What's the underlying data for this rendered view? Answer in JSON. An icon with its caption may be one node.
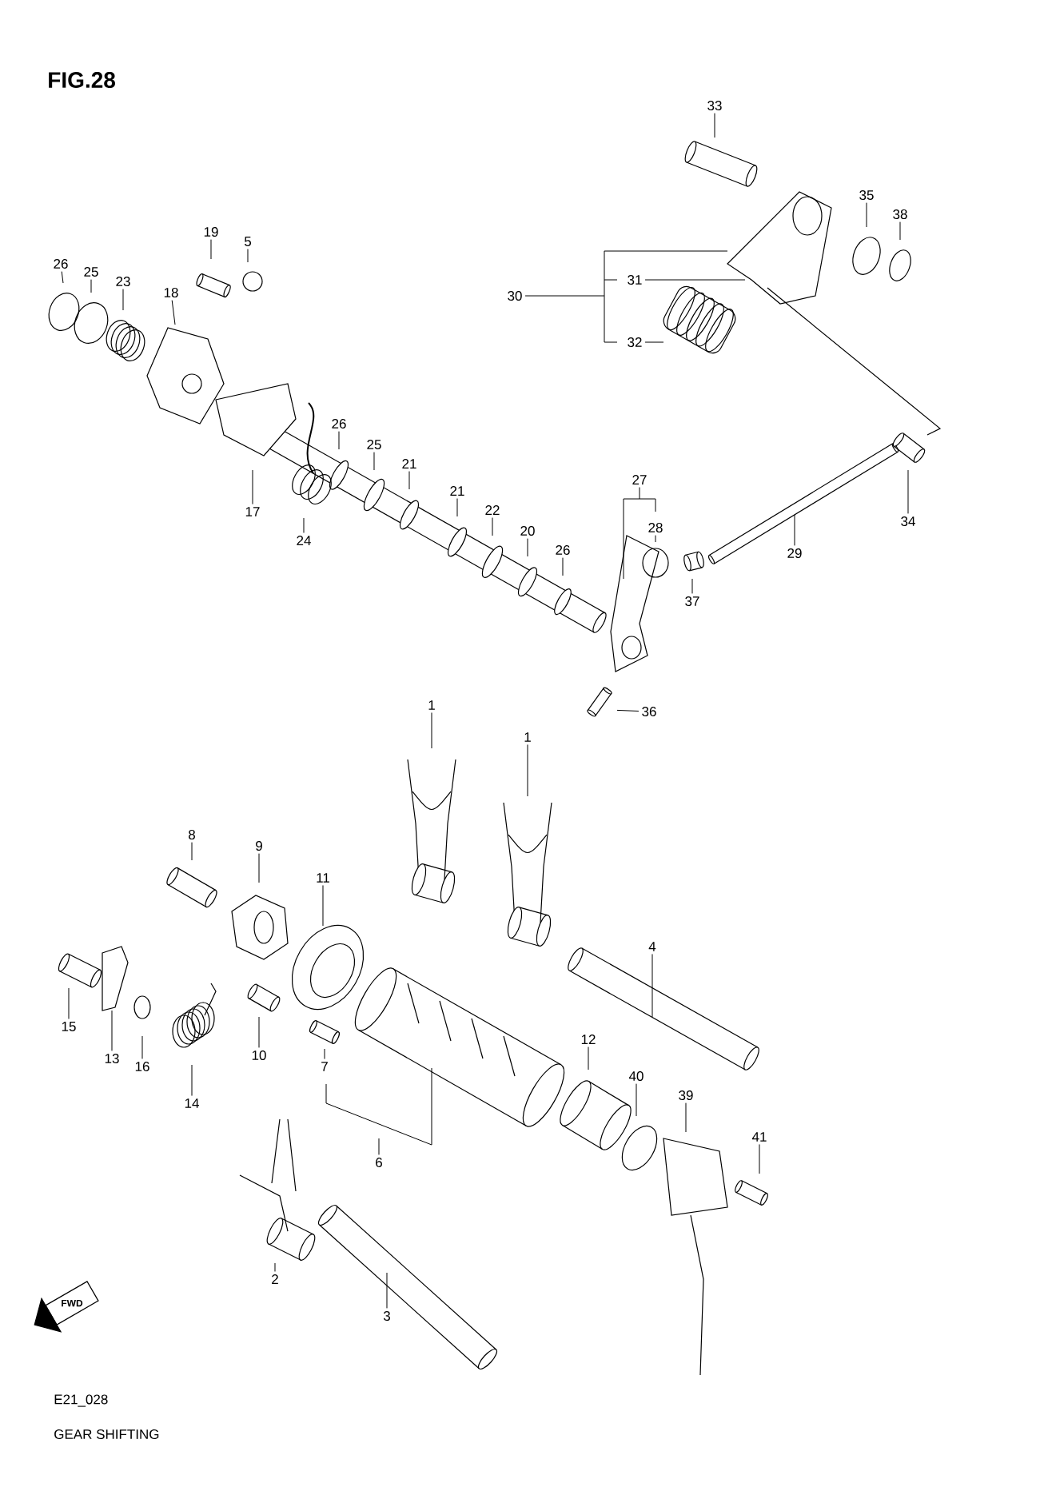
{
  "diagram": {
    "title": "FIG.28",
    "caption": "GEAR SHIFTING",
    "nodes": [
      {
        "text": [
          "33"
        ]
      },
      {
        "text": [
          "35"
        ]
      },
      {
        "text": [
          "38"
        ]
      },
      {
        "text": [
          "30"
        ]
      },
      {
        "text": [
          "31"
        ]
      },
      {
        "text": [
          "32"
        ]
      },
      {
        "text": [
          "26"
        ]
      },
      {
        "text": [
          "25"
        ]
      },
      {
        "text": [
          "23"
        ]
      },
      {
        "text": [
          "18"
        ]
      },
      {
        "text": [
          "19"
        ]
      },
      {
        "text": [
          "5"
        ]
      },
      {
        "text": [
          "26"
        ]
      },
      {
        "text": [
          "25"
        ]
      },
      {
        "text": [
          "21"
        ]
      },
      {
        "text": [
          "21"
        ]
      },
      {
        "text": [
          "22"
        ]
      },
      {
        "text": [
          "20"
        ]
      },
      {
        "text": [
          "26"
        ]
      },
      {
        "text": [
          "17"
        ]
      },
      {
        "text": [
          "24"
        ]
      },
      {
        "text": [
          "27"
        ]
      },
      {
        "text": [
          "28"
        ]
      },
      {
        "text": [
          "29"
        ]
      },
      {
        "text": [
          "34"
        ]
      },
      {
        "text": [
          "37"
        ]
      },
      {
        "text": [
          "36"
        ]
      },
      {
        "text": [
          "1"
        ]
      },
      {
        "text": [
          "1"
        ]
      },
      {
        "text": [
          "8"
        ]
      },
      {
        "text": [
          "9"
        ]
      },
      {
        "text": [
          "11"
        ]
      },
      {
        "text": [
          "15"
        ]
      },
      {
        "text": [
          "13"
        ]
      },
      {
        "text": [
          "16"
        ]
      },
      {
        "text": [
          "14"
        ]
      },
      {
        "text": [
          "10"
        ]
      },
      {
        "text": [
          "7"
        ]
      },
      {
        "text": [
          "6"
        ]
      },
      {
        "text": [
          "4"
        ]
      },
      {
        "text": [
          "12"
        ]
      },
      {
        "text": [
          "40"
        ]
      },
      {
        "text": [
          "39"
        ]
      },
      {
        "text": [
          "41"
        ]
      },
      {
        "text": [
          "2"
        ]
      },
      {
        "text": [
          "3"
        ]
      }
    ],
    "edges": [
      {
        "from": 0,
        "to": null,
        "arrow": "none"
      },
      {
        "from": 1,
        "to": null,
        "arrow": "none"
      },
      {
        "from": 2,
        "to": null,
        "arrow": "none"
      },
      {
        "from": 3,
        "to": null,
        "arrow": "none"
      },
      {
        "from": 4,
        "to": null,
        "arrow": "none"
      },
      {
        "from": 5,
        "to": null,
        "arrow": "none"
      },
      {
        "from": 6,
        "to": null,
        "arrow": "none"
      },
      {
        "from": 7,
        "to": null,
        "arrow": "none"
      },
      {
        "from": 8,
        "to": null,
        "arrow": "none"
      },
      {
        "from": 9,
        "to": null,
        "arrow": "none"
      },
      {
        "from": 10,
        "to": null,
        "arrow": "none"
      },
      {
        "from": 11,
        "to": null,
        "arrow": "none"
      },
      {
        "from": 12,
        "to": null,
        "arrow": "none"
      },
      {
        "from": 13,
        "to": null,
        "arrow": "none"
      },
      {
        "from": 14,
        "to": null,
        "arrow": "none"
      },
      {
        "from": 15,
        "to": null,
        "arrow": "none"
      },
      {
        "from": 16,
        "to": null,
        "arrow": "none"
      },
      {
        "from": 17,
        "to": null,
        "arrow": "none"
      },
      {
        "from": 18,
        "to": null,
        "arrow": "none"
      },
      {
        "from": 19,
        "to": null,
        "arrow": "none"
      },
      {
        "from": 20,
        "to": null,
        "arrow": "none"
      },
      {
        "from": 21,
        "to": null,
        "arrow": "none"
      },
      {
        "from": 22,
        "to": null,
        "arrow": "none"
      },
      {
        "from": 23,
        "to": null,
        "arrow": "none"
      },
      {
        "from": 24,
        "to": null,
        "arrow": "none"
      },
      {
        "from": 25,
        "to": null,
        "arrow": "none"
      },
      {
        "from": 26,
        "to": null,
        "arrow": "none"
      },
      {
        "from": 27,
        "to": null,
        "arrow": "none"
      },
      {
        "from": 28,
        "to": null,
        "arrow": "none"
      },
      {
        "from": 29,
        "to": null,
        "arrow": "none"
      },
      {
        "from": 30,
        "to": null,
        "arrow": "none"
      },
      {
        "from": 31,
        "to": null,
        "arrow": "none"
      },
      {
        "from": 32,
        "to": null,
        "arrow": "none"
      },
      {
        "from": 33,
        "to": null,
        "arrow": "none"
      },
      {
        "from": 34,
        "to": null,
        "arrow": "none"
      },
      {
        "from": 35,
        "to": null,
        "arrow": "none"
      },
      {
        "from": 36,
        "to": null,
        "arrow": "none"
      },
      {
        "from": 37,
        "to": null,
        "arrow": "none"
      },
      {
        "from": 38,
        "to": null,
        "arrow": "none"
      },
      {
        "from": 39,
        "to": null,
        "arrow": "none"
      },
      {
        "from": 40,
        "to": null,
        "arrow": "none"
      },
      {
        "from": 41,
        "to": null,
        "arrow": "none"
      },
      {
        "from": 42,
        "to": null,
        "arrow": "none"
      },
      {
        "from": 43,
        "to": null,
        "arrow": "none"
      },
      {
        "from": 44,
        "to": null,
        "arrow": "none"
      },
      {
        "from": 45,
        "to": null,
        "arrow": "none"
      }
    ],
    "labels": [
      "FWD",
      "E21_028"
    ]
  }
}
